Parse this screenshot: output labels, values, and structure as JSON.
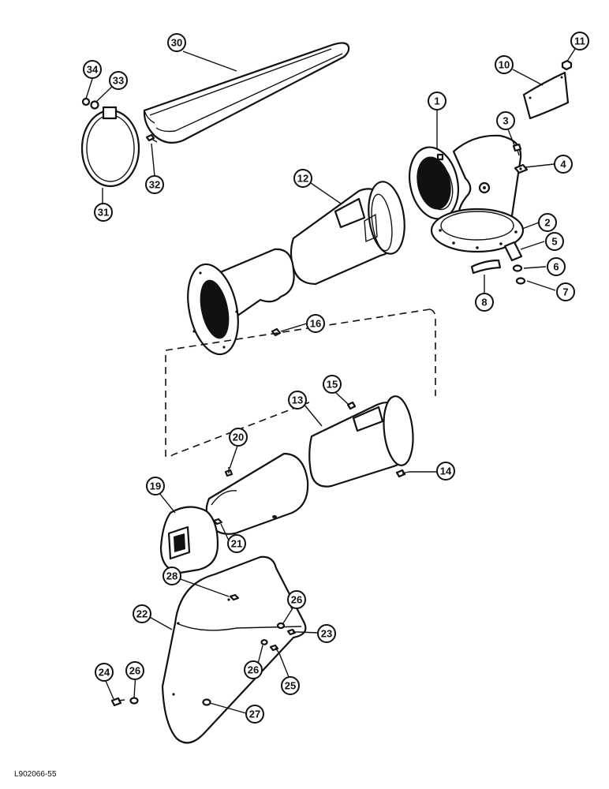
{
  "figure": {
    "reference_code": "L902066-55",
    "callouts": [
      {
        "label": "1"
      },
      {
        "label": "2"
      },
      {
        "label": "3"
      },
      {
        "label": "4"
      },
      {
        "label": "5"
      },
      {
        "label": "6"
      },
      {
        "label": "7"
      },
      {
        "label": "8"
      },
      {
        "label": "10"
      },
      {
        "label": "11"
      },
      {
        "label": "12"
      },
      {
        "label": "13"
      },
      {
        "label": "14"
      },
      {
        "label": "15"
      },
      {
        "label": "16"
      },
      {
        "label": "19"
      },
      {
        "label": "20"
      },
      {
        "label": "21"
      },
      {
        "label": "22"
      },
      {
        "label": "23"
      },
      {
        "label": "24"
      },
      {
        "label": "25"
      },
      {
        "label": "26"
      },
      {
        "label": "26"
      },
      {
        "label": "26"
      },
      {
        "label": "27"
      },
      {
        "label": "28"
      },
      {
        "label": "30"
      },
      {
        "label": "31"
      },
      {
        "label": "32"
      },
      {
        "label": "33"
      },
      {
        "label": "34"
      }
    ]
  }
}
